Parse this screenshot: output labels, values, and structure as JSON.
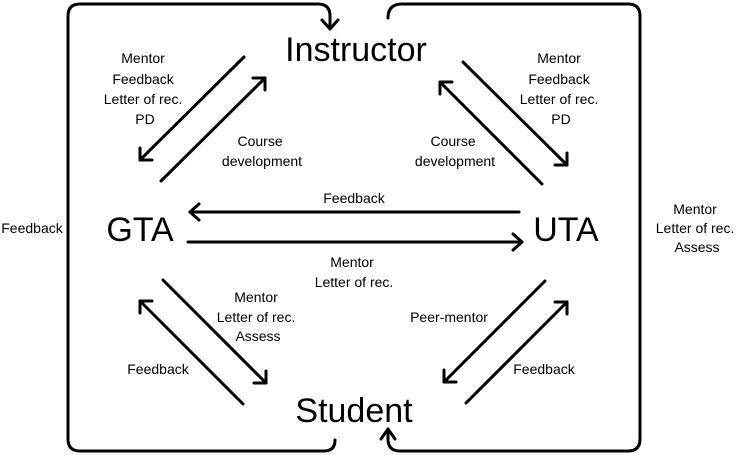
{
  "nodes": {
    "instructor": "Instructor",
    "gta": "GTA",
    "uta": "UTA",
    "student": "Student"
  },
  "labels": {
    "instr_to_gta": [
      "Mentor",
      "Feedback",
      "Letter of rec.",
      "PD"
    ],
    "gta_to_instr": [
      "Course",
      "development"
    ],
    "instr_to_uta": [
      "Mentor",
      "Feedback",
      "Letter of rec.",
      "PD"
    ],
    "uta_to_instr": [
      "Course",
      "development"
    ],
    "uta_to_gta": [
      "Feedback"
    ],
    "gta_to_uta": [
      "Mentor",
      "Letter of rec."
    ],
    "gta_to_student": [
      "Mentor",
      "Letter of rec.",
      "Assess"
    ],
    "student_to_gta": [
      "Feedback"
    ],
    "uta_to_student": [
      "Peer-mentor"
    ],
    "student_to_uta": [
      "Feedback"
    ],
    "outer_left": [
      "Feedback"
    ],
    "outer_right": [
      "Mentor",
      "Letter of rec.",
      "Assess"
    ]
  }
}
